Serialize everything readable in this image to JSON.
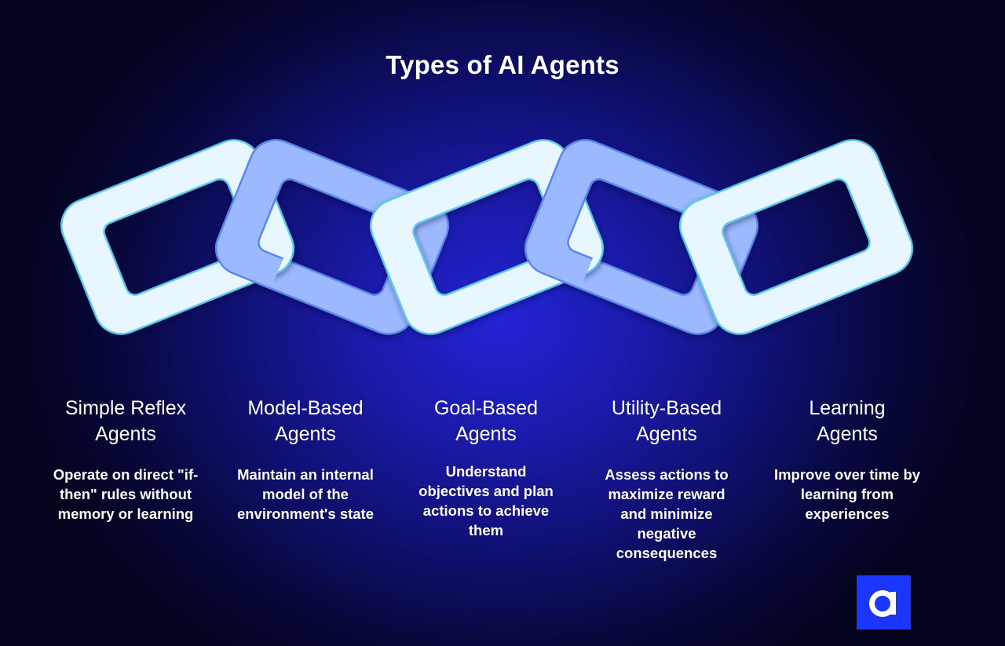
{
  "title": "Types of AI Agents",
  "agents": [
    {
      "name": "Simple Reflex Agents",
      "heading_line1": "Simple Reflex",
      "heading_line2": "Agents",
      "desc_lines": [
        "Operate on direct \"if-",
        "then\" rules without",
        "memory or learning"
      ]
    },
    {
      "name": "Model-Based Agents",
      "heading_line1": "Model-Based",
      "heading_line2": "Agents",
      "desc_lines": [
        "Maintain an internal",
        "model of the",
        "environment's state"
      ]
    },
    {
      "name": "Goal-Based Agents",
      "heading_line1": "Goal-Based",
      "heading_line2": "Agents",
      "desc_lines": [
        "Understand",
        "objectives and plan",
        "actions to achieve",
        "them"
      ]
    },
    {
      "name": "Utility-Based Agents",
      "heading_line1": "Utility-Based",
      "heading_line2": "Agents",
      "desc_lines": [
        "Assess actions to",
        "maximize reward",
        "and minimize",
        "negative",
        "consequences"
      ]
    },
    {
      "name": "Learning Agents",
      "heading_line1": "Learning",
      "heading_line2": "Agents",
      "desc_lines": [
        "Improve over time by",
        "learning from",
        "experiences"
      ]
    }
  ],
  "colors": {
    "link_light": "#e8f6ff",
    "link_light_stroke": "#5bc8ec",
    "link_blue": "#9cb9ff",
    "link_blue_stroke": "#5a86ee",
    "logo_bg": "#1a36ff"
  },
  "logo_icon": "brand-a-logo-icon"
}
